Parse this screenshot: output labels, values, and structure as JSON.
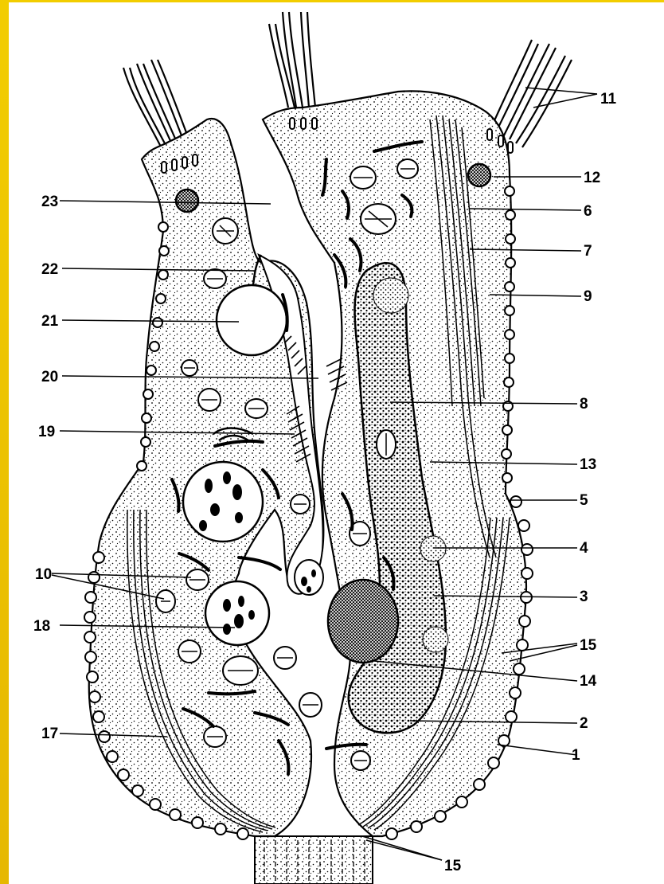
{
  "figure": {
    "background": "#ffffff",
    "frame_color": "#f2cd00",
    "ink_color": "#000000",
    "labels": {
      "l1": "1",
      "l2": "2",
      "l3": "3",
      "l4": "4",
      "l5": "5",
      "l6": "6",
      "l7": "7",
      "l8": "8",
      "l9": "9",
      "l10": "10",
      "l11": "11",
      "l12": "12",
      "l13": "13",
      "l14": "14",
      "l15a": "15",
      "l15b": "15",
      "l17": "17",
      "l18": "18",
      "l19": "19",
      "l20": "20",
      "l21": "21",
      "l22": "22",
      "l23": "23"
    }
  }
}
